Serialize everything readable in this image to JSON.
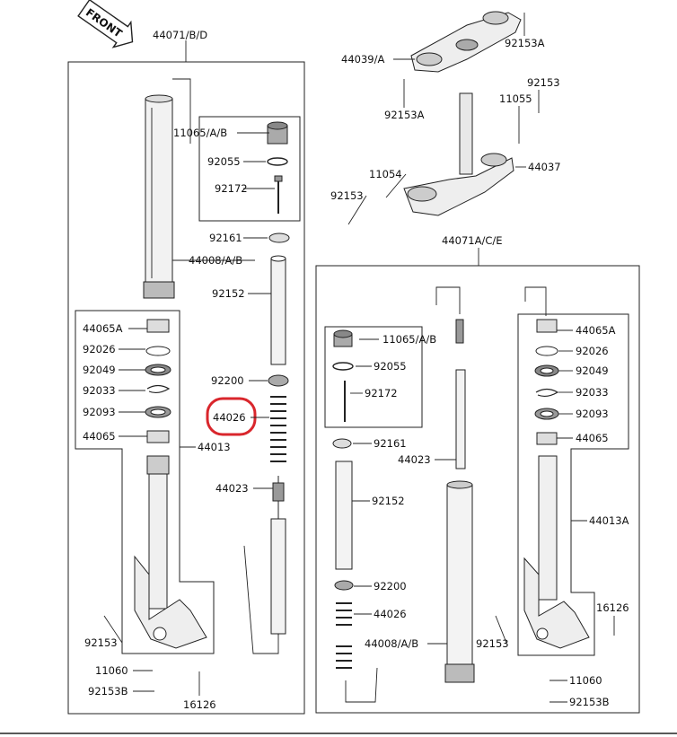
{
  "diagram": {
    "front_logo": "FRONT",
    "highlight_color": "#d9262c",
    "labels": {
      "l_44071_bd": "44071/B/D",
      "l_11065_ab_left": "11065/A/B",
      "l_92055_left": "92055",
      "l_92172_left": "92172",
      "l_92161_left": "92161",
      "l_44008_ab_left": "44008/A/B",
      "l_92152_left": "92152",
      "l_44065a_left": "44065A",
      "l_92026_left": "92026",
      "l_92049_left": "92049",
      "l_92033_left": "92033",
      "l_92093_left": "92093",
      "l_44065_left": "44065",
      "l_44013": "44013",
      "l_92200_left": "92200",
      "l_44026_left": "44026",
      "l_44023_left": "44023",
      "l_92153_left": "92153",
      "l_11060_left": "11060",
      "l_92153b_left": "92153B",
      "l_16126_left": "16126",
      "l_44039_a": "44039/A",
      "l_92153a_top": "92153A",
      "l_92153a_mid": "92153A",
      "l_92153_top": "92153",
      "l_11055": "11055",
      "l_44037": "44037",
      "l_11054": "11054",
      "l_92153_stem": "92153",
      "l_44071a_ce": "44071A/C/E",
      "l_11065_ab_right": "11065/A/B",
      "l_92055_right": "92055",
      "l_92172_right": "92172",
      "l_92161_right": "92161",
      "l_44023_right": "44023",
      "l_92152_right": "92152",
      "l_92200_right": "92200",
      "l_44026_right": "44026",
      "l_44008_ab_right": "44008/A/B",
      "l_44065a_right": "44065A",
      "l_92026_right": "92026",
      "l_92049_right": "92049",
      "l_92033_right": "92033",
      "l_92093_right": "92093",
      "l_44065_right": "44065",
      "l_44013a": "44013A",
      "l_16126_right": "16126",
      "l_92153_right": "92153",
      "l_11060_right": "11060",
      "l_92153b_right": "92153B"
    }
  }
}
